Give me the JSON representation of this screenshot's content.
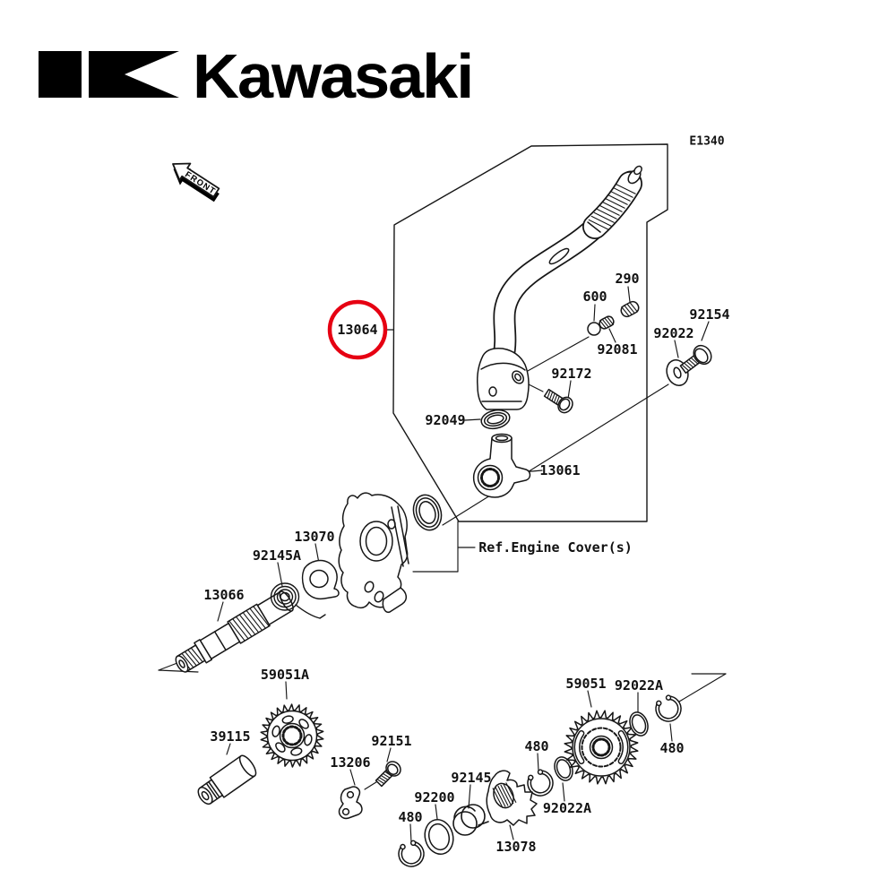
{
  "brand": {
    "wordmark": "Kawasaki"
  },
  "page": {
    "code": "E1340",
    "front_label": "FRONT",
    "ref_engine_cover": "Ref.Engine Cover(s)"
  },
  "highlight": {
    "part": "13064",
    "color": "#e60012"
  },
  "parts": {
    "p13064": "13064",
    "p290": "290",
    "p600": "600",
    "p92081": "92081",
    "p92154": "92154",
    "p92022": "92022",
    "p92172": "92172",
    "p92049": "92049",
    "p13061": "13061",
    "p13070": "13070",
    "p92145A": "92145A",
    "p13066": "13066",
    "p59051A": "59051A",
    "p39115": "39115",
    "p13206": "13206",
    "p92151": "92151",
    "p480_left": "480",
    "p92200": "92200",
    "p92145": "92145",
    "p13078": "13078",
    "p92022A_lower": "92022A",
    "p59051": "59051",
    "p92022A_upper": "92022A",
    "p480_mid": "480",
    "p480_right": "480"
  }
}
